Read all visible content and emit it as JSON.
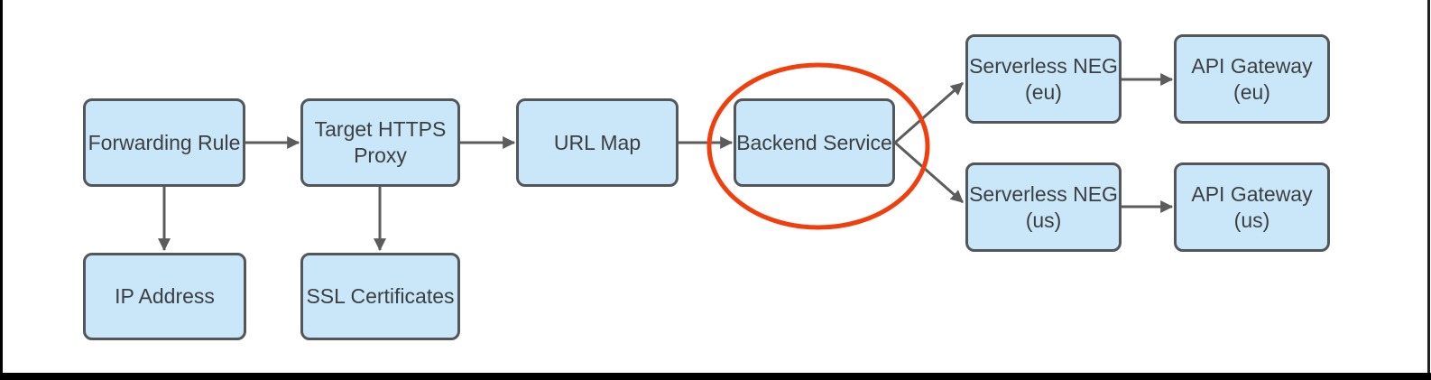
{
  "colors": {
    "node_fill": "#C9E7F9",
    "node_border": "#53575A",
    "node_text": "#3C3F42",
    "arrow": "#5C5C5C",
    "highlight": "#F23D0C",
    "frame": "#000000"
  },
  "diagram": {
    "nodes": {
      "forwarding_rule": {
        "label": "Forwarding Rule"
      },
      "target_https_proxy": {
        "label": "Target HTTPS\nProxy"
      },
      "url_map": {
        "label": "URL Map"
      },
      "backend_service": {
        "label": "Backend Service"
      },
      "ip_address": {
        "label": "IP Address"
      },
      "ssl_certificates": {
        "label": "SSL Certificates"
      },
      "serverless_neg_eu": {
        "label": "Serverless NEG\n(eu)"
      },
      "api_gateway_eu": {
        "label": "API Gateway\n(eu)"
      },
      "serverless_neg_us": {
        "label": "Serverless NEG\n(us)"
      },
      "api_gateway_us": {
        "label": "API Gateway\n(us)"
      }
    },
    "edges": [
      {
        "from": "forwarding_rule",
        "to": "target_https_proxy"
      },
      {
        "from": "target_https_proxy",
        "to": "url_map"
      },
      {
        "from": "url_map",
        "to": "backend_service"
      },
      {
        "from": "backend_service",
        "to": "serverless_neg_eu"
      },
      {
        "from": "backend_service",
        "to": "serverless_neg_us"
      },
      {
        "from": "serverless_neg_eu",
        "to": "api_gateway_eu"
      },
      {
        "from": "serverless_neg_us",
        "to": "api_gateway_us"
      },
      {
        "from": "forwarding_rule",
        "to": "ip_address"
      },
      {
        "from": "target_https_proxy",
        "to": "ssl_certificates"
      }
    ],
    "highlight": {
      "shape": "ellipse",
      "around": "backend_service"
    }
  }
}
